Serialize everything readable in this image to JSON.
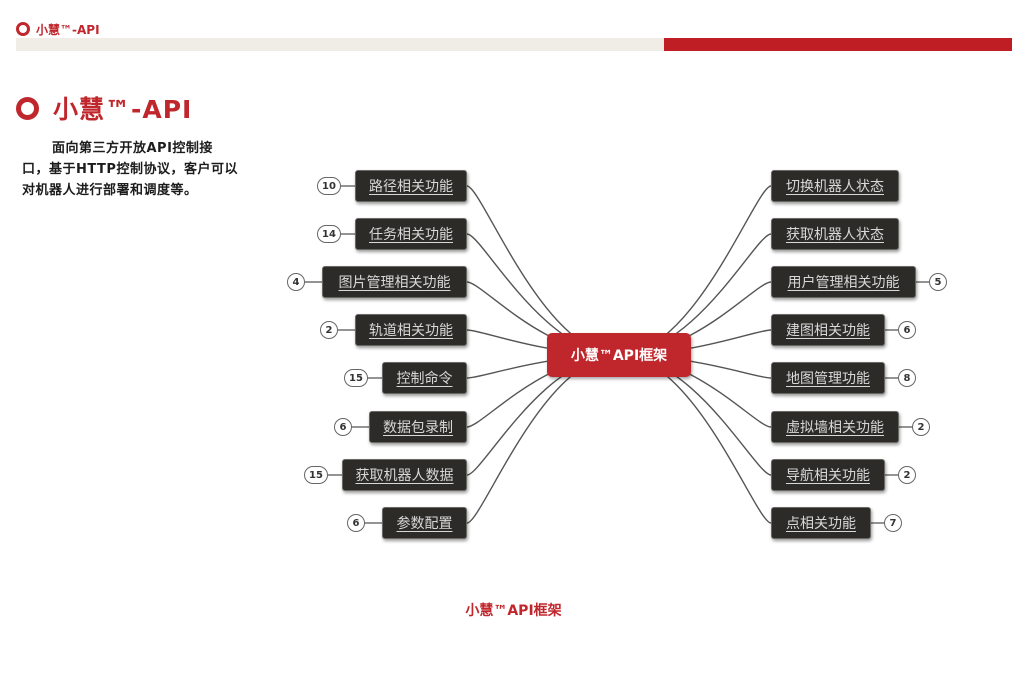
{
  "header": {
    "title": "小慧™-API"
  },
  "section": {
    "title": "小慧™-API",
    "description": "面向第三方开放API控制接口，基于HTTP控制协议，客户可以对机器人进行部署和调度等。"
  },
  "diagram": {
    "center": "小慧™API框架",
    "caption": "小慧™API框架",
    "left": [
      {
        "label": "路径相关功能",
        "count": "10"
      },
      {
        "label": "任务相关功能",
        "count": "14"
      },
      {
        "label": "图片管理相关功能",
        "count": "4"
      },
      {
        "label": "轨道相关功能",
        "count": "2"
      },
      {
        "label": "控制命令",
        "count": "15"
      },
      {
        "label": "数据包录制",
        "count": "6"
      },
      {
        "label": "获取机器人数据",
        "count": "15"
      },
      {
        "label": "参数配置",
        "count": "6"
      }
    ],
    "right": [
      {
        "label": "切换机器人状态",
        "count": ""
      },
      {
        "label": "获取机器人状态",
        "count": ""
      },
      {
        "label": "用户管理相关功能",
        "count": "5"
      },
      {
        "label": "建图相关功能",
        "count": "6"
      },
      {
        "label": "地图管理功能",
        "count": "8"
      },
      {
        "label": "虚拟墙相关功能",
        "count": "2"
      },
      {
        "label": "导航相关功能",
        "count": "2"
      },
      {
        "label": "点相关功能",
        "count": "7"
      }
    ]
  },
  "colors": {
    "accent": "#c0272d",
    "node_bg": "#2d2b28",
    "bar_grey": "#efede6"
  }
}
